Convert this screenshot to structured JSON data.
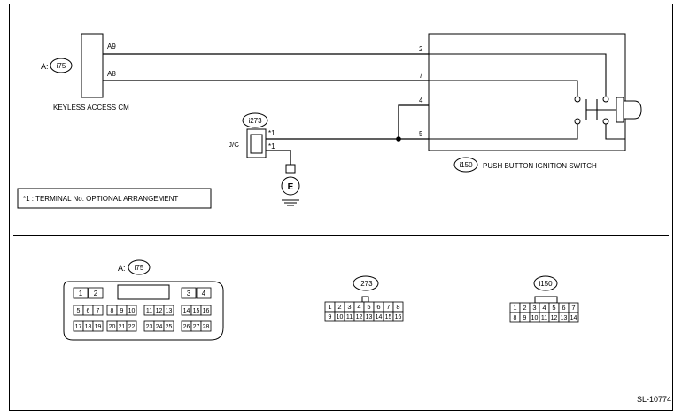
{
  "top": {
    "cm": {
      "prefix": "A:",
      "connector": "i75",
      "name": "KEYLESS ACCESS CM",
      "pins": [
        "A9",
        "A8"
      ]
    },
    "jc": {
      "connector": "i273",
      "name": "J/C",
      "pins": [
        "*1",
        "*1"
      ],
      "ground_label": "E"
    },
    "switch": {
      "connector": "i150",
      "name": "PUSH BUTTON IGNITION SWITCH",
      "pins": [
        "2",
        "7",
        "4",
        "5"
      ]
    },
    "note": "*1 : TERMINAL No. OPTIONAL ARRANGEMENT"
  },
  "bottom": {
    "i75": {
      "prefix": "A:",
      "label": "i75",
      "row1_left": [
        "1",
        "2"
      ],
      "row1_right": [
        "3",
        "4"
      ],
      "row2": [
        [
          "5",
          "6",
          "7"
        ],
        [
          "8",
          "9",
          "10"
        ],
        [
          "11",
          "12",
          "13"
        ],
        [
          "14",
          "15",
          "16"
        ]
      ],
      "row3": [
        [
          "17",
          "18",
          "19"
        ],
        [
          "20",
          "21",
          "22"
        ],
        [
          "23",
          "24",
          "25"
        ],
        [
          "26",
          "27",
          "28"
        ]
      ]
    },
    "i273": {
      "label": "i273",
      "row1": [
        "1",
        "2",
        "3",
        "4",
        "5",
        "6",
        "7",
        "8"
      ],
      "row2": [
        "9",
        "10",
        "11",
        "12",
        "13",
        "14",
        "15",
        "16"
      ]
    },
    "i150": {
      "label": "i150",
      "row1": [
        "1",
        "2",
        "3",
        "4",
        "5",
        "6",
        "7"
      ],
      "row2": [
        "8",
        "9",
        "10",
        "11",
        "12",
        "13",
        "14"
      ]
    }
  },
  "code": "SL-10774"
}
